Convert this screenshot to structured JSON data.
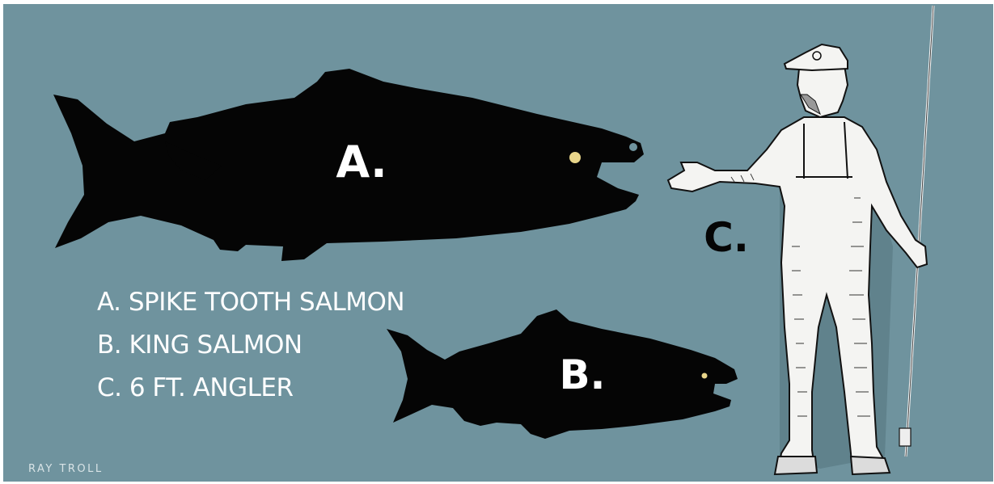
{
  "labels": {
    "fish_a": "A.",
    "fish_b": "B.",
    "person_c": "C."
  },
  "legend": [
    "A. SPIKE TOOTH SALMON",
    "B. KING SALMON",
    "C. 6 FT. ANGLER"
  ],
  "credit": "RAY TROLL",
  "colors": {
    "background": "#6f939e",
    "silhouette": "#050505",
    "eye": "#e8d58a",
    "text": "#ffffff"
  }
}
